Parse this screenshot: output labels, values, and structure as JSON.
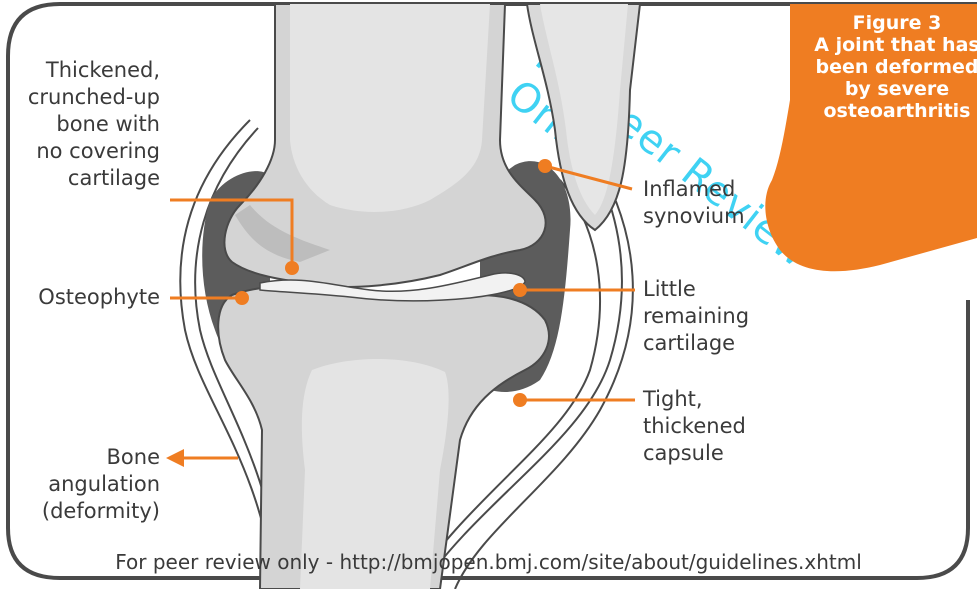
{
  "figure": {
    "number": "Figure 3",
    "caption_lines": [
      "A joint that has",
      "been deformed",
      "by severe",
      "osteoarthritis"
    ]
  },
  "labels": {
    "thickened_bone": [
      "Thickened,",
      "crunched-up",
      "bone with",
      "no covering",
      "cartilage"
    ],
    "osteophyte": [
      "Osteophyte"
    ],
    "bone_angulation": [
      "Bone",
      "angulation",
      "(deformity)"
    ],
    "inflamed_synovium": [
      "Inflamed",
      "synovium"
    ],
    "little_cartilage": [
      "Little",
      "remaining",
      "cartilage"
    ],
    "tight_capsule": [
      "Tight,",
      "thickened",
      "capsule"
    ]
  },
  "watermark_text": "For Peer Review Only",
  "footer_text": "For peer review only - http://bmjopen.bmj.com/site/about/guidelines.xhtml",
  "colors": {
    "accent_orange": "#ef7d22",
    "bone_light": "#dcdcdc",
    "bone_mid": "#c4c4c4",
    "synovium_dark": "#5c5c5c",
    "outline": "#4a4a4a",
    "watermark": "#3fd2f3"
  }
}
